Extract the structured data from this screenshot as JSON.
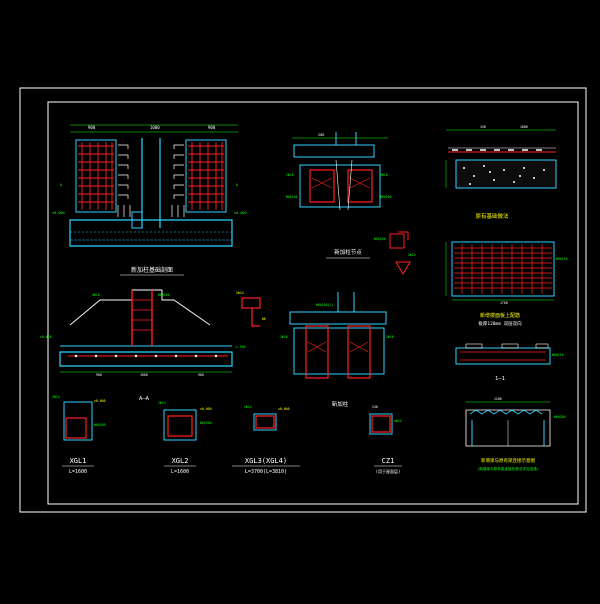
{
  "colors": {
    "background": "#000000",
    "frame": "#ffffff",
    "rebar": "#ff2020",
    "concrete": "#2fd2ff",
    "dimension": "#10ff10",
    "note": "#ffff00",
    "text": "#ffffff",
    "accent_blue": "#3a6bff"
  },
  "labels": {
    "foundation_section": "新加柱基础剖面",
    "new_column_joint": "新加柱节点",
    "bottom_label": "新加柱",
    "detail_top_right": "原有基础做法",
    "slab_reinforcement": "新增楼面板上配筋",
    "slab_note": "板厚120mm 双层双向",
    "section_aa": "A—A",
    "section_11": "1—1",
    "beam_title": "新增梁与原有梁连接示意图",
    "beam_note": "(新增梁与原有梁连接处做法详见结施)",
    "xgl1_name": "XGL1",
    "xgl1_len": "L=1600",
    "xgl2_name": "XGL2",
    "xgl2_len": "L=1600",
    "xgl3_name": "XGL3(XGL4)",
    "xgl3_len": "L=3700(L=3810)",
    "cz1_name": "CZ1",
    "cz1_note": "(用于屋面层)"
  }
}
